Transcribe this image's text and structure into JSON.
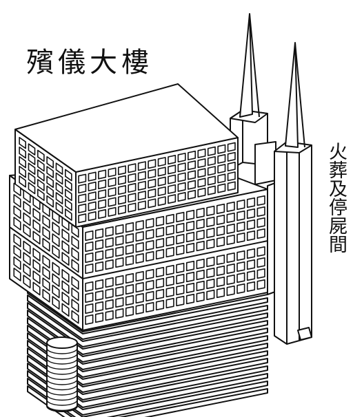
{
  "illustration": {
    "title": "殯儀大樓",
    "side_label": "火葬及停屍間",
    "line_color": "#111111",
    "fill_color": "#ffffff",
    "subject": "isometric-line-drawing-funeral-building-with-twin-chimney-towers"
  }
}
